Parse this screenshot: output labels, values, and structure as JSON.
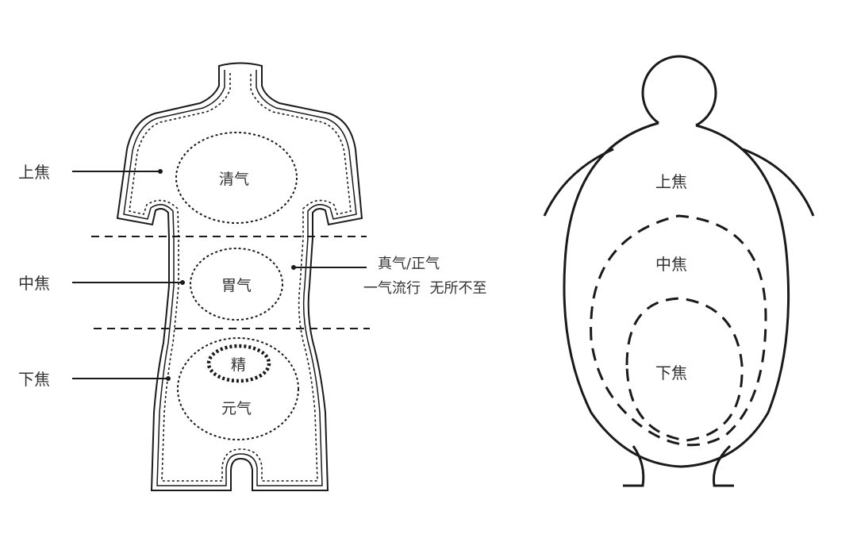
{
  "torso_diagram": {
    "side_labels": {
      "upper": "上焦",
      "middle": "中焦",
      "lower": "下焦"
    },
    "regions": {
      "upper": "清气",
      "middle": "胃气",
      "essence": "精",
      "lower": "元气"
    },
    "annotation": {
      "line1": "真气/正气",
      "line2": "一气流行  无所不至"
    }
  },
  "gourd_diagram": {
    "labels": {
      "upper": "上焦",
      "middle": "中焦",
      "lower": "下焦"
    }
  },
  "colors": {
    "stroke": "#1a1a1a",
    "text": "#333333",
    "background": "#ffffff"
  }
}
